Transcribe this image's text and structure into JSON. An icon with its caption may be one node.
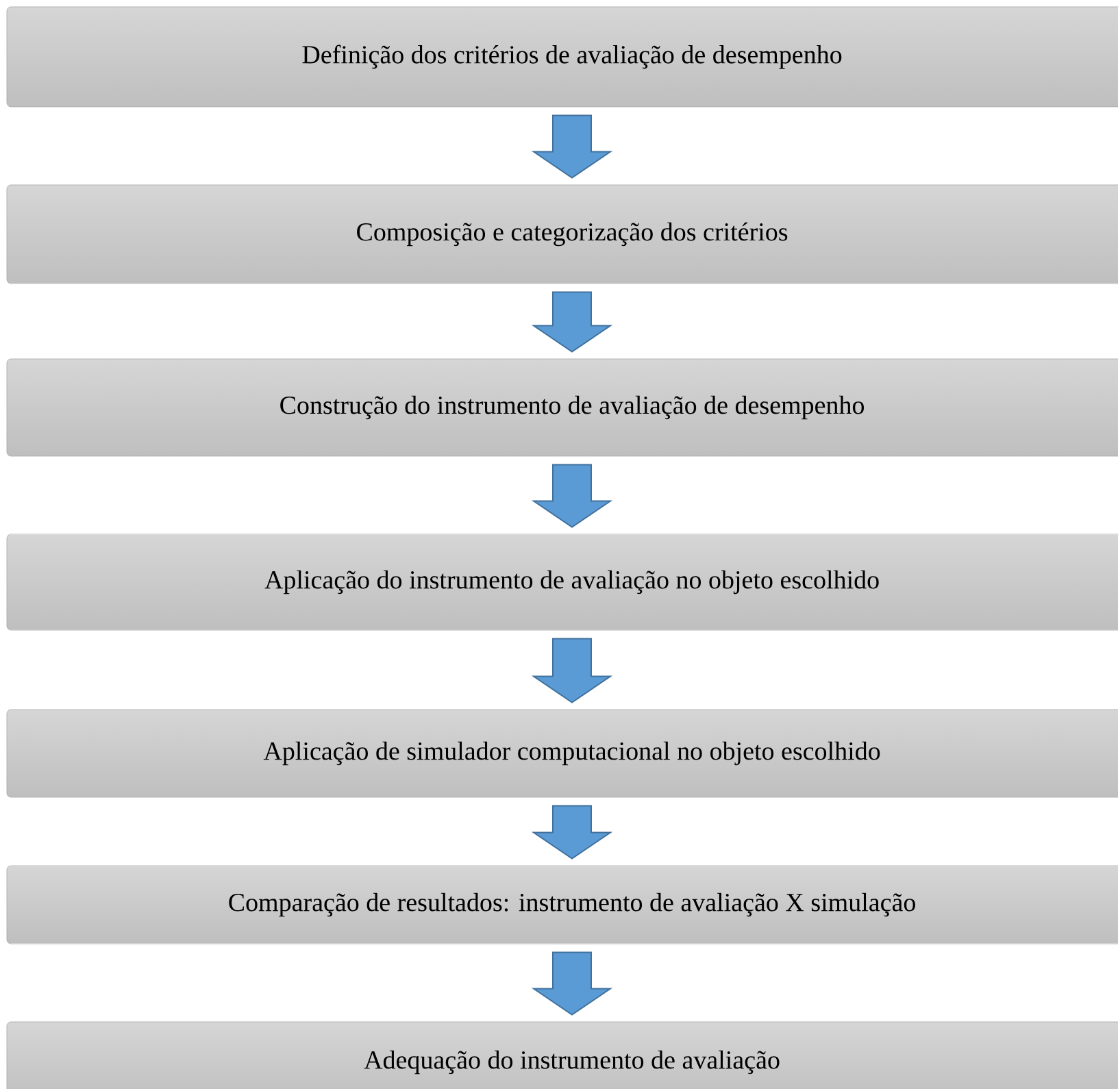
{
  "diagram": {
    "nodes": [
      {
        "text": [
          "Definição dos critérios de avaliação de desempenho"
        ]
      },
      {
        "text": [
          "Composição e categorização dos critérios"
        ]
      },
      {
        "text": [
          "Construção do instrumento de avaliação de desempenho"
        ]
      },
      {
        "text": [
          "Aplicação do instrumento de avaliação no objeto escolhido"
        ]
      },
      {
        "text": [
          "Aplicação de simulador computacional no objeto escolhido"
        ]
      },
      {
        "text": [
          "Comparação de resultados: instrumento de avaliação X simulação"
        ]
      },
      {
        "text": [
          "Adequação do instrumento de avaliação"
        ]
      }
    ],
    "edges": [
      {
        "from": 0,
        "to": 1,
        "arrow": "to"
      },
      {
        "from": 1,
        "to": 2,
        "arrow": "to"
      },
      {
        "from": 2,
        "to": 3,
        "arrow": "to"
      },
      {
        "from": 3,
        "to": 4,
        "arrow": "to"
      },
      {
        "from": 4,
        "to": 5,
        "arrow": "to"
      },
      {
        "from": 5,
        "to": 6,
        "arrow": "to"
      }
    ]
  }
}
